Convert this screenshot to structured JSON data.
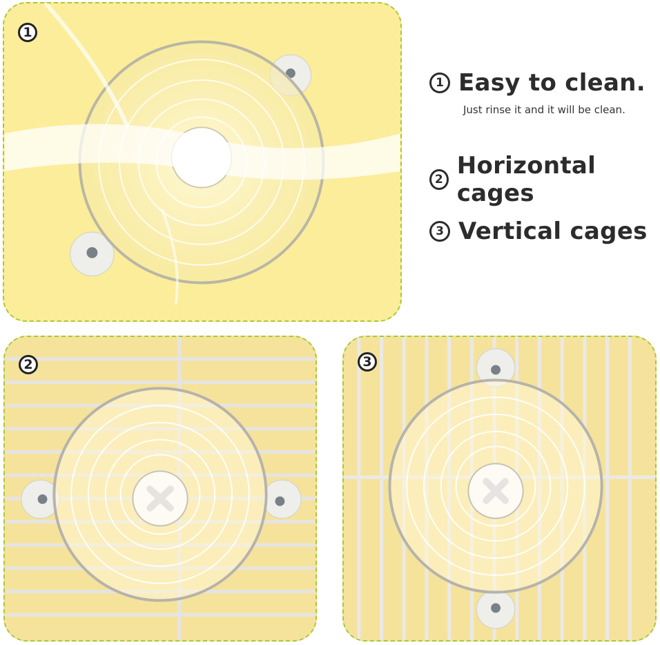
{
  "panels": [
    {
      "id": "1",
      "badge": "1",
      "scene": "feeder dish being rinsed with water splash",
      "background": "#fbed9a"
    },
    {
      "id": "2",
      "badge": "2",
      "scene": "feeder dish mounted on horizontal cage bars",
      "background": "#f5e39c"
    },
    {
      "id": "3",
      "badge": "3",
      "scene": "feeder dish mounted on vertical cage bars",
      "background": "#f5e39c"
    }
  ],
  "features": [
    {
      "num": "1",
      "title": "Easy to clean.",
      "subtitle": "Just rinse it and it will be clean."
    },
    {
      "num": "2",
      "title": "Horizontal cages"
    },
    {
      "num": "3",
      "title": "Vertical cages"
    }
  ],
  "colors": {
    "border_dashed": "#a8c83a",
    "text": "#2c2c2c",
    "panel_yellow": "#fbed9a"
  }
}
